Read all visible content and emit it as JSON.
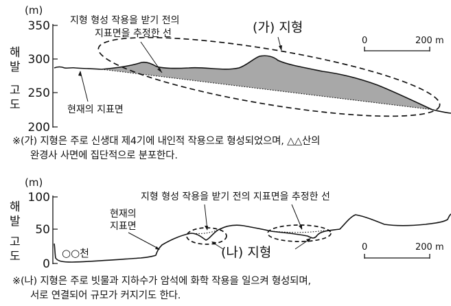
{
  "top": {
    "unit": "(m)",
    "y_label_chars": [
      "해",
      "발",
      "고",
      "도"
    ],
    "ticks": [
      "350",
      "300",
      "250",
      "200"
    ],
    "landform_label": "(가) 지형",
    "estimated_surface_label_line1": "지형 형성 작용을 받기 전의",
    "estimated_surface_label_line2": "지표면을 추정한 선",
    "current_surface_label": "현재의 지표면",
    "scale_zero": "0",
    "scale_end": "200 m",
    "note_line1": "※(가) 지형은 주로 신생대 제4기에 내인적 작용으로 형성되었으며, △△산의",
    "note_line2": "완경사 사면에 집단적으로 분포한다."
  },
  "bottom": {
    "unit": "(m)",
    "y_label_chars": [
      "해",
      "발",
      "고",
      "도"
    ],
    "ticks": [
      "100",
      "50",
      "0"
    ],
    "landform_label": "(나) 지형",
    "estimated_surface_label": "지형 형성 작용을 받기 전의 지표면을 추정한 선",
    "current_surface_label_line1": "현재의",
    "current_surface_label_line2": "지표면",
    "stream_label": "○○천",
    "scale_zero": "0",
    "scale_end": "200 m",
    "note_line1": "※(나) 지형은 주로 빗물과 지하수가 암석에 화학 작용을 일으켜 형성되며,",
    "note_line2": "서로 연결되어 규모가 커지기도 한다."
  },
  "colors": {
    "terrain_fill": "#a8a8a8",
    "line": "#111111"
  }
}
